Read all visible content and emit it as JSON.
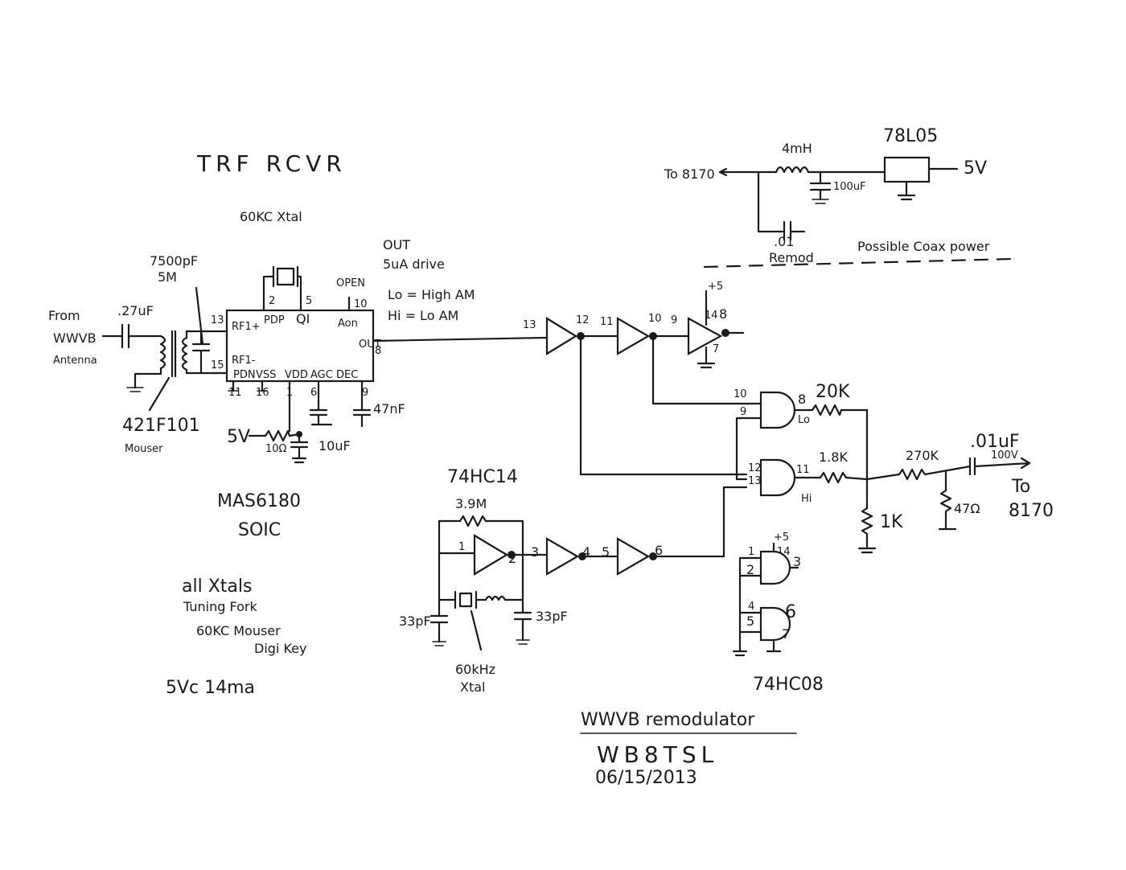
{
  "title": "TRF RCVR",
  "power_section": {
    "to_label": "To 8170",
    "inductor": "4mH",
    "cap": "100uF",
    "regulator": "78L05",
    "output": "5V",
    "cap2": ".01",
    "cap2_note": "Remod",
    "note": "Possible Coax power"
  },
  "receiver": {
    "crystal_label": "60KC Xtal",
    "input_lines": [
      "From",
      "WWVB",
      "Antenna"
    ],
    "input_cap": ".27uF",
    "tuning_cap": [
      "7500pF",
      "5M"
    ],
    "transformer": "421F101",
    "transformer_vendor": "Mouser",
    "ic_pins": {
      "rf1p": "RF1+",
      "pdp": "PDP",
      "q1": "QI",
      "aon": "Aon",
      "out": "OUT",
      "rf1m": "RF1-",
      "pdn": "PDN",
      "vss": "VSS",
      "vdd": "VDD",
      "agc": "AGC",
      "dec": "DEC"
    },
    "pin_numbers": {
      "p13": "13",
      "p2": "2",
      "p5": "5",
      "p10": "10",
      "p15": "15",
      "p8": "8",
      "p11": "11",
      "p16": "16",
      "p1": "1",
      "p6": "6",
      "p9": "9"
    },
    "open": "OPEN",
    "out_note": [
      "OUT",
      "5uA drive"
    ],
    "logic_note": [
      "Lo = High AM",
      "Hi = Lo AM"
    ],
    "supply": "5V",
    "resistor": "10Ω",
    "cap_10uf": "10uF",
    "cap_47nf": "47nF",
    "ic_name": "MAS6180",
    "package": "SOIC"
  },
  "inverters": {
    "pins": [
      "13",
      "12",
      "11",
      "10",
      "9",
      "14",
      "8",
      "7"
    ],
    "vcc": "+5"
  },
  "gates": {
    "lo": {
      "in": "10",
      "in2": "9",
      "out": "8",
      "label": "Lo",
      "res": "20K"
    },
    "hi": {
      "in1": "12",
      "in2": "13",
      "out": "11",
      "label": "Hi",
      "res": "1.8K"
    },
    "res_1k": "1K",
    "res_270k": "270K",
    "res_47": "47Ω",
    "cap_out": [
      ".01uF",
      "100V"
    ],
    "output": [
      "To",
      "8170"
    ]
  },
  "oscillator": {
    "chip": "74HC14",
    "feedback": "3.9M",
    "pins": [
      "1",
      "2",
      "3",
      "4",
      "5",
      "6"
    ],
    "cap_left": "33pF",
    "cap_right": "33pF",
    "crystal": [
      "60kHz",
      "Xtal"
    ]
  },
  "spare_gates": {
    "pins": [
      "1",
      "2",
      "3",
      "4",
      "5",
      "6",
      "7",
      "14"
    ],
    "vcc": "+5",
    "chip": "74HC08"
  },
  "notes": [
    "all Xtals",
    "Tuning Fork",
    "60KC Mouser",
    "Digi Key"
  ],
  "current": "5Vc 14ma",
  "footer": {
    "title": "WWVB remodulator",
    "call": "WB8TSL",
    "date": "06/15/2013"
  }
}
